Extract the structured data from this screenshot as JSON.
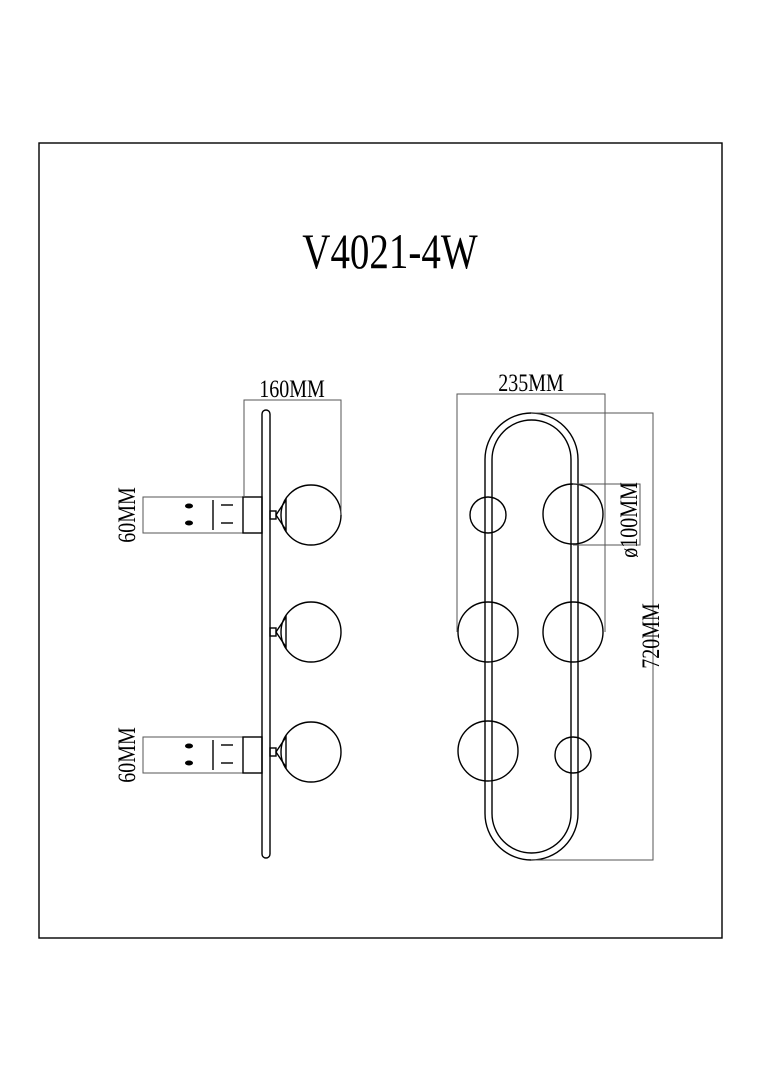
{
  "title": "V4021-4W",
  "side_view": {
    "depth_label": "160MM",
    "mount_top_label": "60MM",
    "mount_bottom_label": "60MM"
  },
  "front_view": {
    "width_label": "235MM",
    "globe_label": "ø100MM",
    "height_label": "720MM"
  }
}
